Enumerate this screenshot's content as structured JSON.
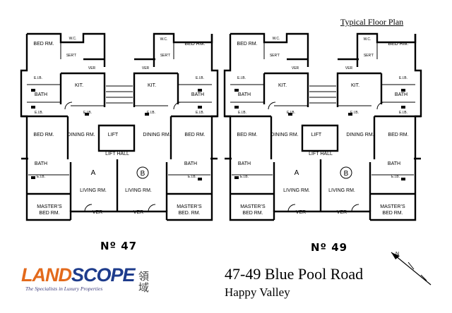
{
  "header": {
    "title": "Typical Floor Plan"
  },
  "buildings": [
    {
      "number": "Nº 47",
      "rooms": {
        "bed_rm_top": "BED RM.",
        "ws": "W.C.",
        "sert": "SER'T",
        "ver": "VER",
        "kit": "KIT.",
        "bath": "BATH",
        "elb": "E.l.B.",
        "bed_rm_mid": "BED RM.",
        "dining": "DINING RM.",
        "lift": "LIFT",
        "lift_hall": "LIFT HALL",
        "unit_a": "A",
        "unit_b": "B",
        "living_a": "LIVING RM.",
        "living_b": "LIVING RM.",
        "masters_left": "MASTER'S BED RM.",
        "masters_right": "MASTER'S BED. RM."
      }
    },
    {
      "number": "Nº 49",
      "rooms": {
        "bed_rm_top": "BED RM.",
        "ws": "W.C.",
        "sert": "SER'T",
        "ver": "VER",
        "kit": "KIT.",
        "bath": "BATH",
        "elb": "E.l.B.",
        "bed_rm_mid": "BED RM.",
        "dining": "DINING RM.",
        "lift": "LIFT",
        "lift_hall": "LIFT HALL",
        "unit_a": "A",
        "unit_b": "B",
        "living_a": "LIVING RM.",
        "living_b": "LIVING RM.",
        "masters_left": "MASTER'S BED RM.",
        "masters_right": "MASTER'S BED RM."
      }
    }
  ],
  "property": {
    "address": "47-49 Blue Pool Road",
    "district": "Happy Valley"
  },
  "logo": {
    "word": "LANDSCOPE",
    "chinese": "領域",
    "tagline": "The Specialists in Luxury Properties",
    "accent": "#e36a1c",
    "blue": "#1e3c8c"
  },
  "compass": {
    "label": "N"
  }
}
